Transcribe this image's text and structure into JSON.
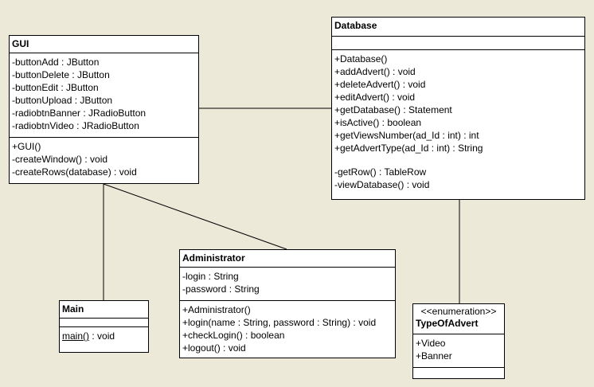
{
  "classes": {
    "gui": {
      "name": "GUI",
      "attributes": [
        "-buttonAdd : JButton",
        "-buttonDelete : JButton",
        "-buttonEdit : JButton",
        "-buttonUpload : JButton",
        "-radiobtnBanner : JRadioButton",
        "-radiobtnVideo : JRadioButton"
      ],
      "operations": [
        "+GUI()",
        "-createWindow() : void",
        "-createRows(database) : void"
      ]
    },
    "database": {
      "name": "Database",
      "operations": [
        "+Database()",
        "+addAdvert() : void",
        "+deleteAdvert() : void",
        "+editAdvert() : void",
        "+getDatabase()  : Statement",
        "+isActive() : boolean",
        "+getViewsNumber(ad_Id : int) : int",
        "+getAdvertType(ad_Id : int) : String"
      ],
      "private_operations": [
        "-getRow() : TableRow",
        "-viewDatabase() : void"
      ]
    },
    "administrator": {
      "name": "Administrator",
      "attributes": [
        "-login : String",
        "-password : String"
      ],
      "operations": [
        "+Administrator()",
        "+login(name : String, password : String) : void",
        "+checkLogin() : boolean",
        "+logout() : void"
      ]
    },
    "main": {
      "name": "Main",
      "static_operation_name": "main()",
      "static_operation_return": " : void"
    },
    "type_of_advert": {
      "stereotype": "<<enumeration>>",
      "name": "TypeOfAdvert",
      "literals": [
        "+Video",
        "+Banner"
      ]
    }
  },
  "colors": {
    "background": "#ece9d8",
    "box_fill": "#ffffff",
    "line": "#000000"
  }
}
